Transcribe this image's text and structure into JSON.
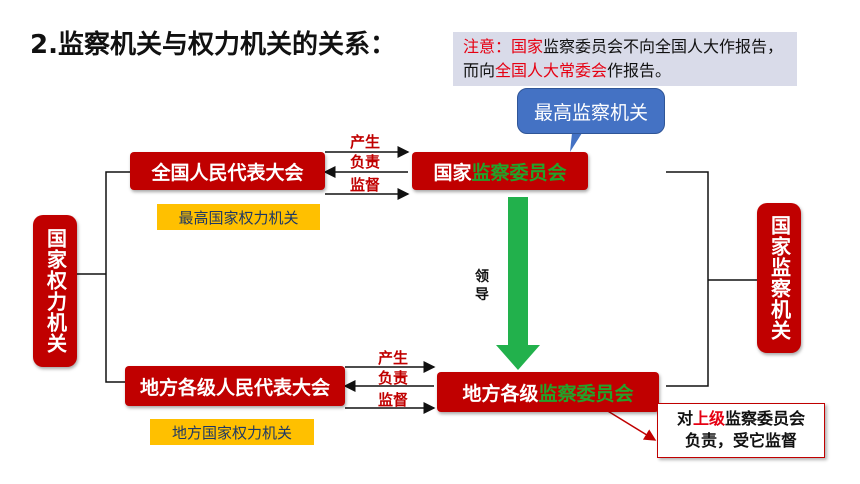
{
  "title": "2.监察机关与权力机关的关系：",
  "note": {
    "prefix": "注意：",
    "part1_red": "国家",
    "part2": "监察委员会不向全国人大作报告，而向",
    "part3_red": "全国人大常委会",
    "part4": "作报告。"
  },
  "callout": "最高监察机关",
  "left_vertical": "国家权力机关",
  "right_vertical": "国家监察机关",
  "npc": {
    "label": "全国人民代表大会",
    "sublabel": "最高国家权力机关"
  },
  "national_commission": {
    "prefix": "国家",
    "highlight": "监察委员会"
  },
  "local_congress": {
    "label": "地方各级人民代表大会",
    "sublabel": "地方国家权力机关"
  },
  "local_commission": {
    "prefix": "地方各级",
    "highlight": "监察委员会"
  },
  "relations_top": {
    "produce": "产生",
    "responsible": "负责",
    "supervise": "监督"
  },
  "relations_bottom": {
    "produce": "产生",
    "responsible": "负责",
    "supervise": "监督"
  },
  "lead": "领导",
  "report": {
    "prefix": "对",
    "red": "上级",
    "suffix": "监察委员会",
    "line2": "负责，受它监督"
  },
  "colors": {
    "box_red": "#c00000",
    "label_yellow": "#ffc000",
    "callout_blue": "#4472c4",
    "arrow_green": "#22b14c",
    "note_bg": "#d9dbe9"
  }
}
